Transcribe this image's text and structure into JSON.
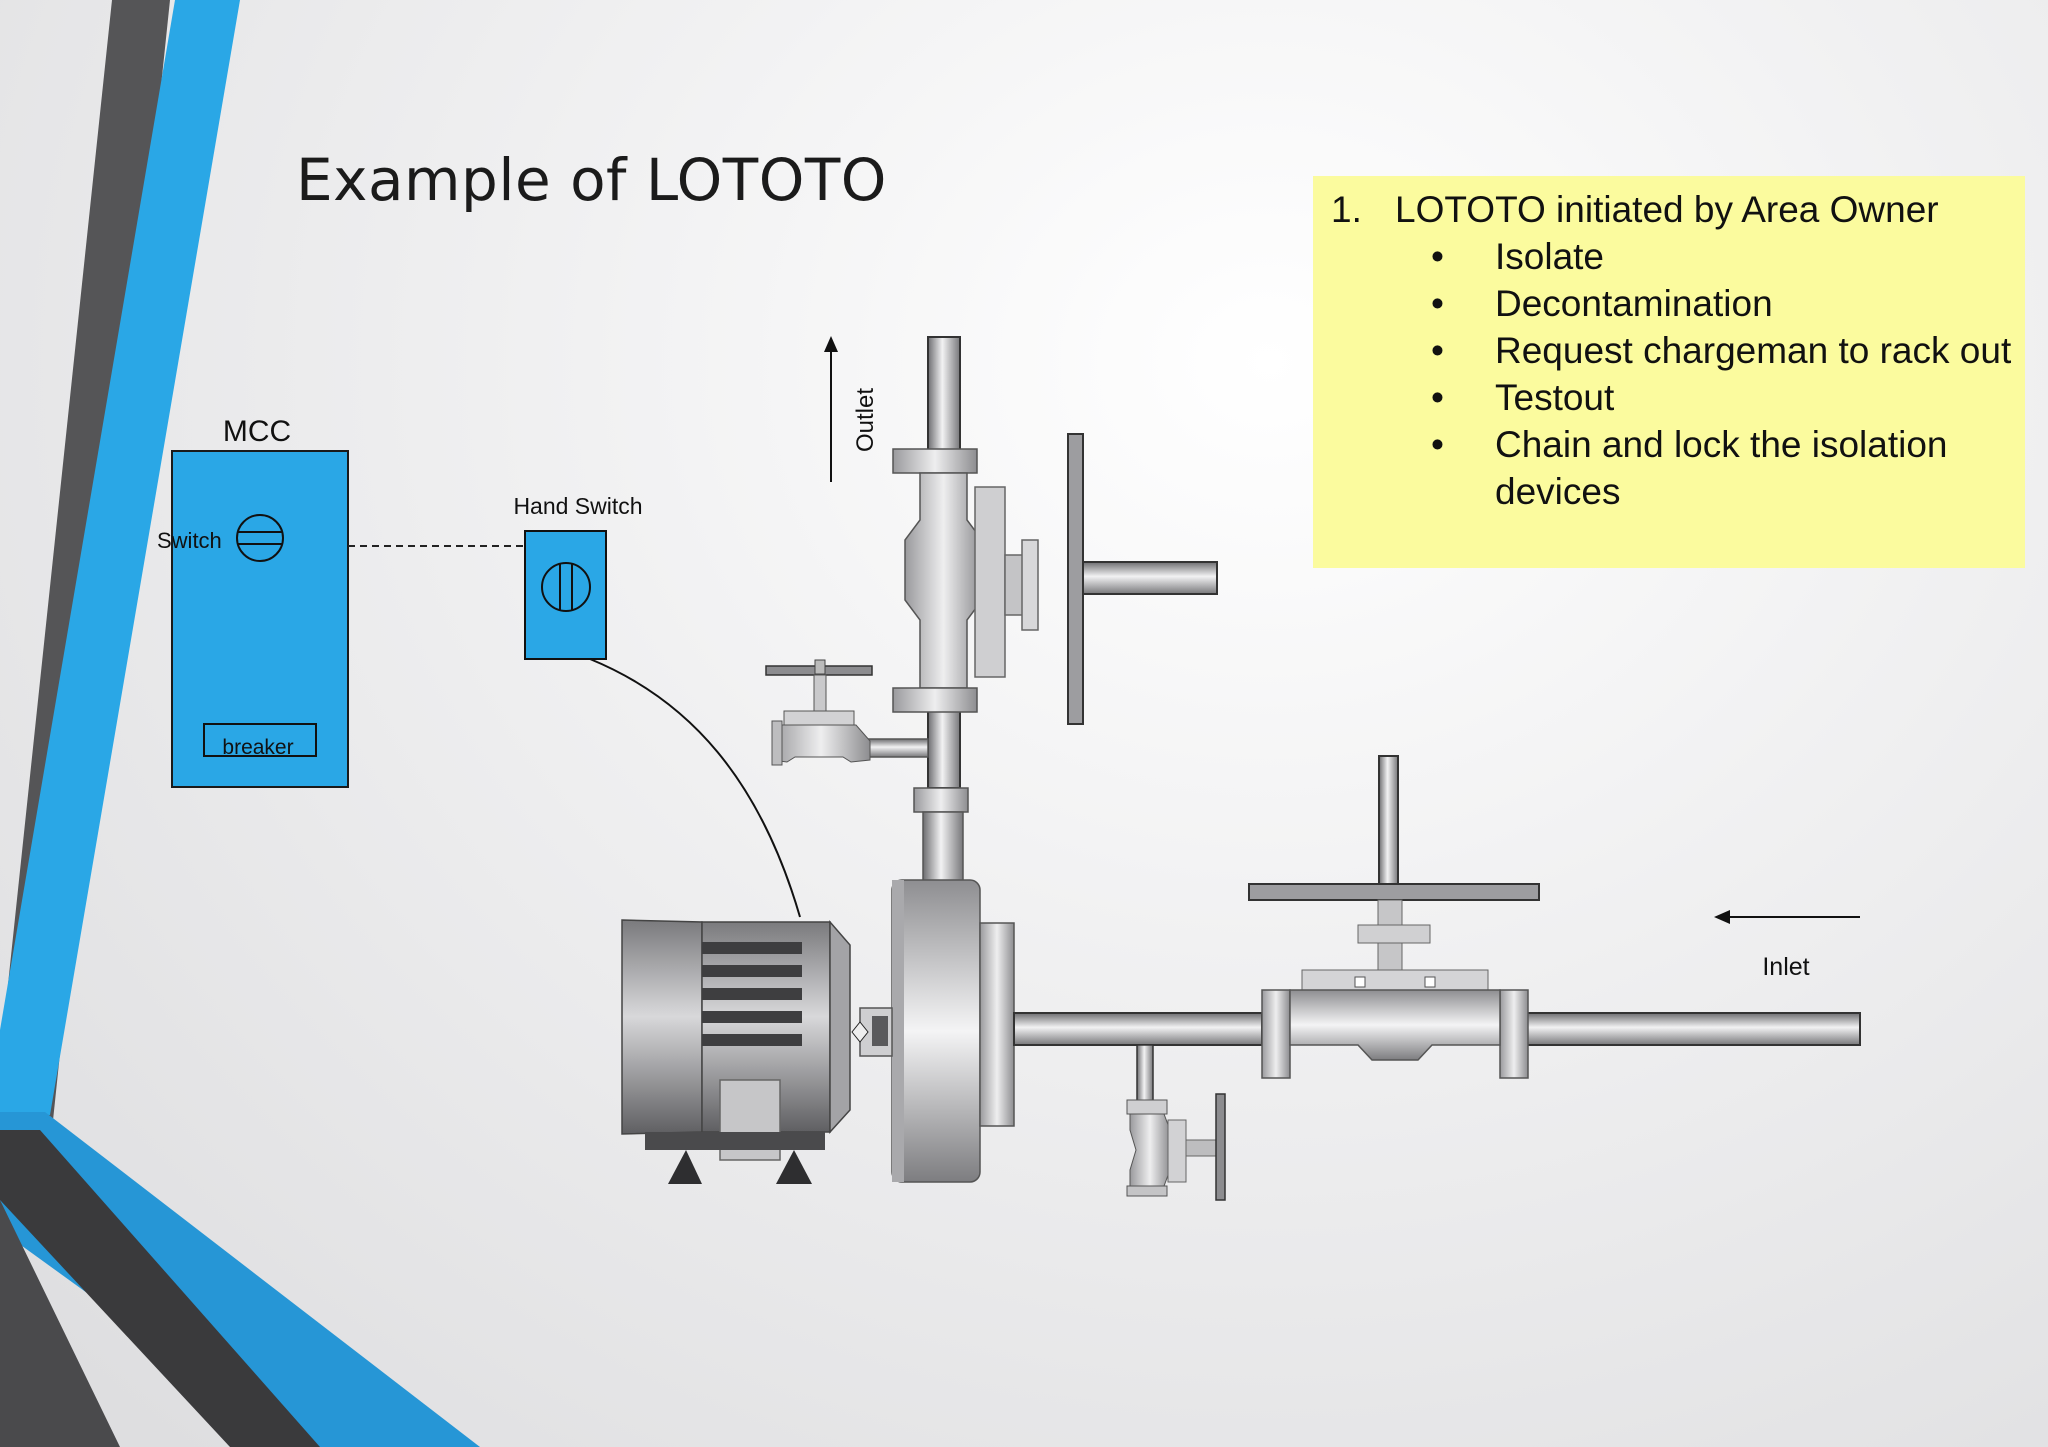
{
  "slide": {
    "title": "Example of LOTOTO"
  },
  "note": {
    "step_number": "1.",
    "step_text": "LOTOTO initiated by Area Owner",
    "bullets": [
      "Isolate",
      "Decontamination",
      "Request chargeman to rack out",
      "Testout",
      "Chain and lock the  isolation devices"
    ]
  },
  "diagram": {
    "mcc_label": "MCC",
    "switch_label": "Switch",
    "breaker_label": "breaker",
    "hand_switch_label": "Hand Switch",
    "outlet_label": "Outlet",
    "inlet_label": "Inlet"
  },
  "colors": {
    "accent_blue": "#2aa7e6",
    "dark_stripe": "#4a4a4c",
    "note_bg": "#fbfb9e",
    "equipment_gray": "#c8c8ca"
  }
}
